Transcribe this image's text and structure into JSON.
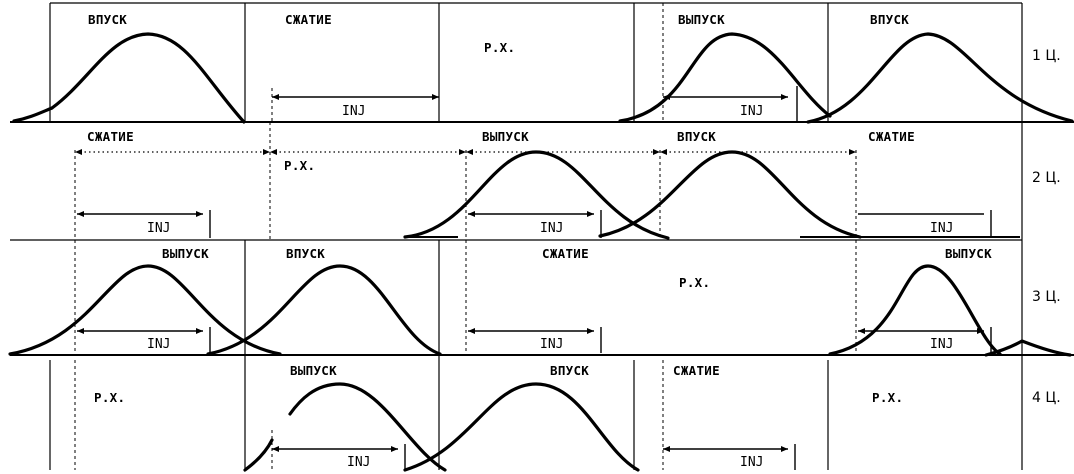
{
  "cylinder_labels": [
    "1 Ц.",
    "2 Ц.",
    "3 Ц.",
    "4 Ц."
  ],
  "strokes": {
    "intake": "ВПУСК",
    "compression": "СЖАТИЕ",
    "power": "Р.Х.",
    "exhaust": "ВЫПУСК"
  },
  "injection_label": "INJ",
  "rows": [
    {
      "cylinder": "1 Ц.",
      "phases": [
        "ВПУСК",
        "СЖАТИЕ",
        "Р.Х.",
        "ВЫПУСК",
        "ВПУСК"
      ]
    },
    {
      "cylinder": "2 Ц.",
      "phases": [
        "СЖАТИЕ",
        "Р.Х.",
        "ВЫПУСК",
        "ВПУСК",
        "СЖАТИЕ"
      ]
    },
    {
      "cylinder": "3 Ц.",
      "phases": [
        "ВЫПУСК",
        "ВПУСК",
        "СЖАТИЕ",
        "Р.Х.",
        "ВЫПУСК"
      ]
    },
    {
      "cylinder": "4 Ц.",
      "phases": [
        "Р.Х.",
        "ВЫПУСК",
        "ВПУСК",
        "СЖАТИЕ",
        "Р.Х."
      ]
    }
  ]
}
